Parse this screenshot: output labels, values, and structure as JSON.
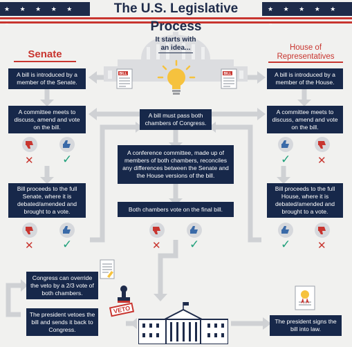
{
  "header": {
    "title": "The U.S. Legislative Process",
    "stars_left": "★ ★ ★ ★ ★ ★",
    "stars_right": "★ ★ ★ ★ ★ ★"
  },
  "intro": {
    "line1": "It starts with",
    "line2": "an idea..."
  },
  "senate": {
    "heading": "Senate",
    "step1": "A bill is introduced by a member of the Senate.",
    "step2": "A committee meets to discuss, amend and vote on the bill.",
    "step3": "Bill proceeds to the full Senate, where it is debated/amended and brought to a vote."
  },
  "house": {
    "heading_line1": "House of",
    "heading_line2": "Representatives",
    "step1": "A bill is introduced by a member of the House.",
    "step2": "A committee meets to discuss, amend and vote on the bill.",
    "step3": "Bill proceeds to the full House, where it is debated/amended and brought to a vote."
  },
  "center": {
    "both_chambers": "A bill must pass both chambers of Congress.",
    "conference": "A conference committee, made up of members of both chambers, reconciles any differences between the Senate and the House versions of the bill.",
    "final_vote": "Both chambers vote on the final bill."
  },
  "president": {
    "override": "Congress can override the veto by a 2/3 vote of both chambers.",
    "veto": "The president vetoes the bill and sends it back to Congress.",
    "sign": "The president signs the bill into law.",
    "veto_stamp": "VETO"
  },
  "icons": {
    "bill_label": "BILL",
    "x_mark": "✕",
    "check_mark": "✓"
  },
  "colors": {
    "navy": "#17284a",
    "red": "#c8352f",
    "green": "#1fa07a",
    "arrow": "#cfd1d4",
    "bulb": "#f6c23e"
  }
}
